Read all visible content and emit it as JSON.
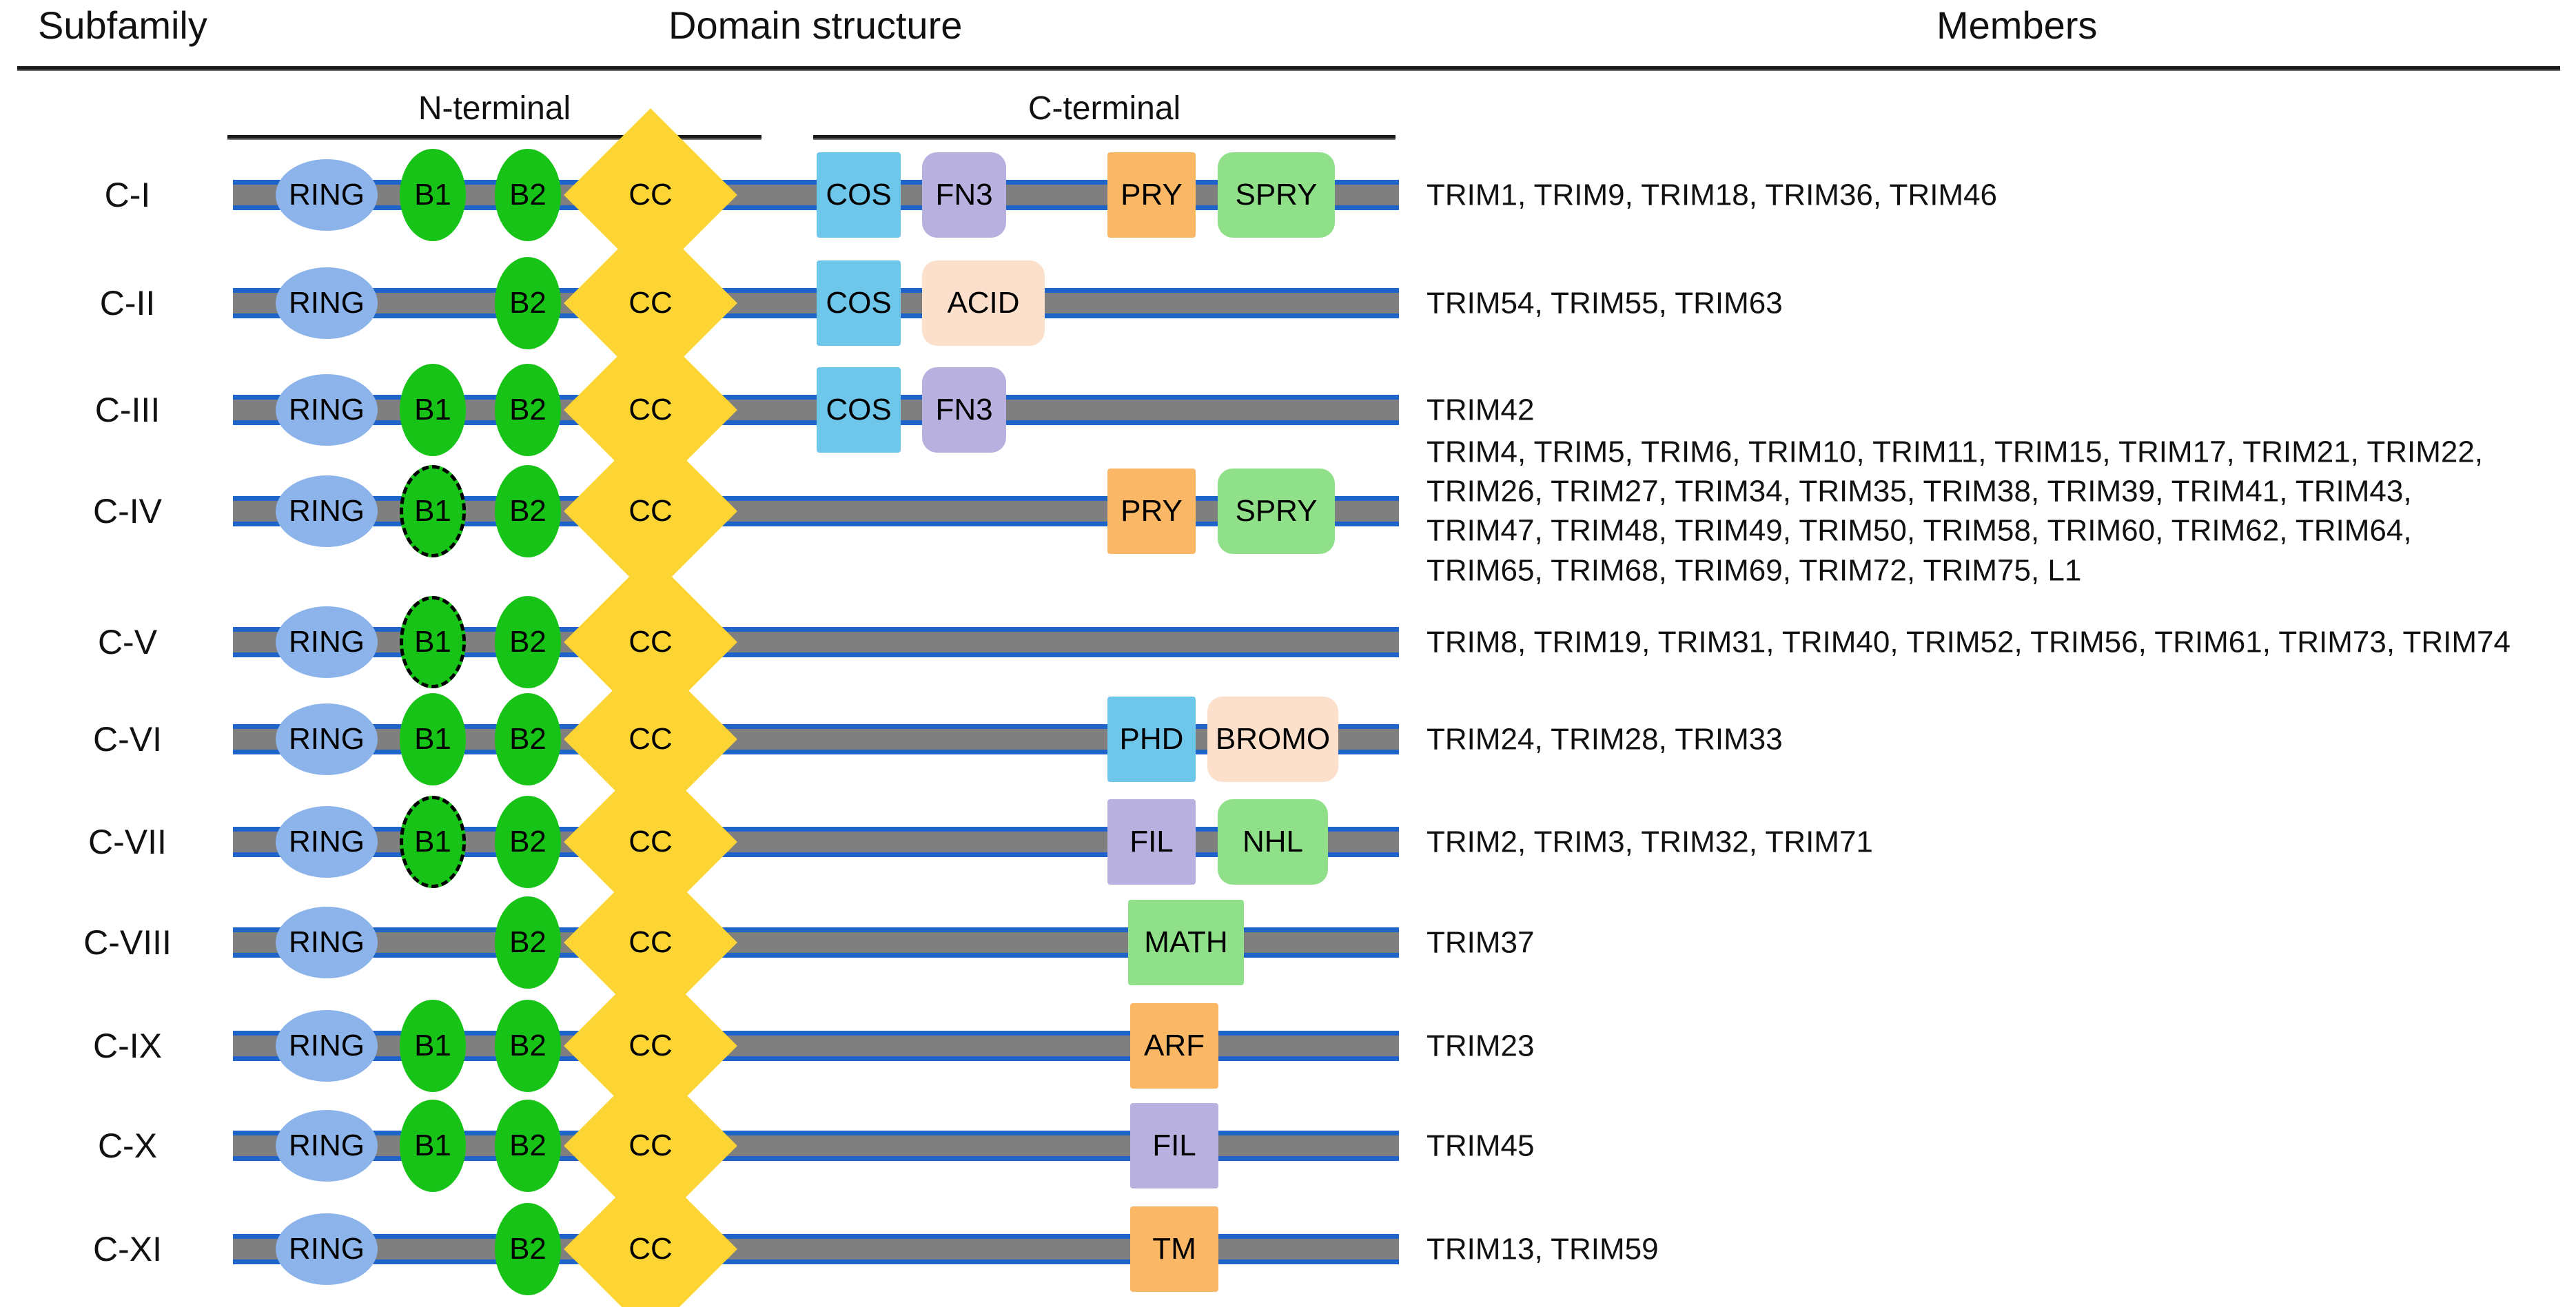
{
  "headers": {
    "subfamily": "Subfamily",
    "domain_structure": "Domain structure",
    "members": "Members",
    "n_terminal": "N-terminal",
    "c_terminal": "C-terminal"
  },
  "colors": {
    "ring": "#8cb4ea",
    "b": "#18c318",
    "cc": "#fcd534",
    "cos": "#6ec6ea",
    "fn3": "#b8b0de",
    "pry": "#fab866",
    "spry": "#90e08a",
    "acid": "#fce0cc",
    "phd": "#6ec6ea",
    "bromo": "#fce0cc",
    "fil": "#b8b0de",
    "nhl": "#90e08a",
    "math": "#90e08a",
    "arf": "#fab866",
    "tm": "#fab866",
    "backbone": "#7f7f7f",
    "backbone_edge": "#1f64c8"
  },
  "domain_labels": {
    "ring": "RING",
    "b1": "B1",
    "b2": "B2",
    "cc": "CC",
    "cos": "COS",
    "fn3": "FN3",
    "pry": "PRY",
    "spry": "SPRY",
    "acid": "ACID",
    "phd": "PHD",
    "bromo": "BROMO",
    "fil": "FIL",
    "nhl": "NHL",
    "math": "MATH",
    "arf": "ARF",
    "tm": "TM"
  },
  "rows": [
    {
      "subfamily": "C-I",
      "members": "TRIM1, TRIM9, TRIM18, TRIM36, TRIM46",
      "domains": [
        "RING",
        "B1",
        "B2",
        "CC",
        "COS",
        "FN3",
        "PRY",
        "SPRY"
      ]
    },
    {
      "subfamily": "C-II",
      "members": "TRIM54, TRIM55, TRIM63",
      "domains": [
        "RING",
        "B2",
        "CC",
        "COS",
        "ACID"
      ]
    },
    {
      "subfamily": "C-III",
      "members": "TRIM42",
      "domains": [
        "RING",
        "B1",
        "B2",
        "CC",
        "COS",
        "FN3"
      ]
    },
    {
      "subfamily": "C-IV",
      "members": "TRIM4, TRIM5, TRIM6, TRIM10, TRIM11, TRIM15, TRIM17, TRIM21, TRIM22,\nTRIM26, TRIM27, TRIM34, TRIM35, TRIM38, TRIM39, TRIM41, TRIM43,\nTRIM47, TRIM48, TRIM49, TRIM50, TRIM58, TRIM60, TRIM62, TRIM64,\nTRIM65, TRIM68, TRIM69, TRIM72, TRIM75, L1",
      "domains": [
        "RING",
        "B1-dashed",
        "B2",
        "CC",
        "PRY",
        "SPRY"
      ]
    },
    {
      "subfamily": "C-V",
      "members": "TRIM8, TRIM19, TRIM31, TRIM40, TRIM52, TRIM56, TRIM61, TRIM73, TRIM74",
      "domains": [
        "RING",
        "B1-dashed",
        "B2",
        "CC"
      ]
    },
    {
      "subfamily": "C-VI",
      "members": "TRIM24, TRIM28, TRIM33",
      "domains": [
        "RING",
        "B1",
        "B2",
        "CC",
        "PHD",
        "BROMO"
      ]
    },
    {
      "subfamily": "C-VII",
      "members": "TRIM2, TRIM3, TRIM32, TRIM71",
      "domains": [
        "RING",
        "B1-dashed",
        "B2",
        "CC",
        "FIL",
        "NHL"
      ]
    },
    {
      "subfamily": "C-VIII",
      "members": "TRIM37",
      "domains": [
        "RING",
        "B2",
        "CC",
        "MATH"
      ]
    },
    {
      "subfamily": "C-IX",
      "members": "TRIM23",
      "domains": [
        "RING",
        "B1",
        "B2",
        "CC",
        "ARF"
      ]
    },
    {
      "subfamily": "C-X",
      "members": "TRIM45",
      "domains": [
        "RING",
        "B1",
        "B2",
        "CC",
        "FIL"
      ]
    },
    {
      "subfamily": "C-XI",
      "members": "TRIM13, TRIM59",
      "domains": [
        "RING",
        "B2",
        "CC",
        "TM"
      ]
    }
  ]
}
